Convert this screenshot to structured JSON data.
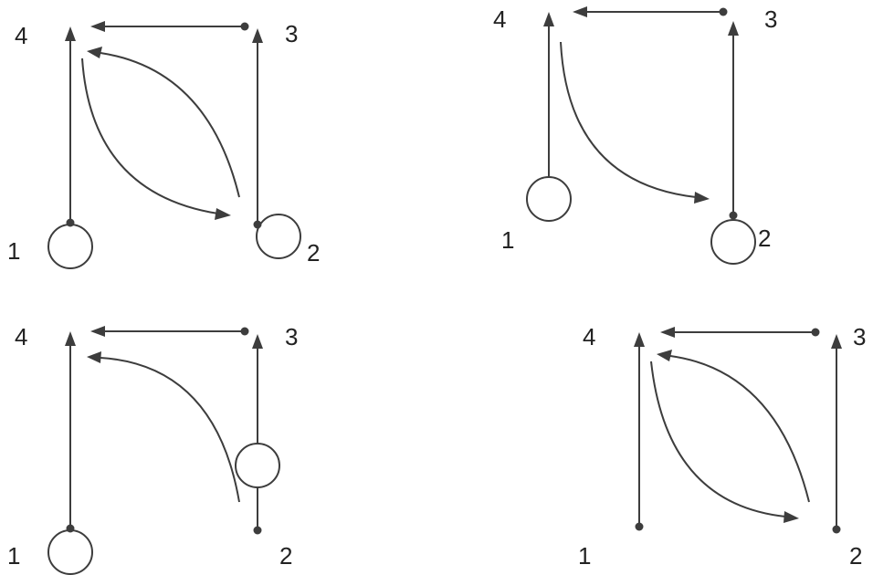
{
  "colors": {
    "stroke": "#3d3d3d",
    "label": "#222222",
    "background": "#ffffff"
  },
  "panels": [
    {
      "labels": [
        "1",
        "2",
        "3",
        "4"
      ],
      "edges": [
        {
          "from": "1",
          "to": "4",
          "shape": "straight"
        },
        {
          "from": "3",
          "to": "4",
          "shape": "straight"
        },
        {
          "from": "2",
          "to": "3",
          "shape": "straight"
        },
        {
          "from": "4",
          "to": "2",
          "shape": "curve"
        },
        {
          "from": "2",
          "to": "4",
          "shape": "curve"
        }
      ],
      "self_loops": [
        "1",
        "2"
      ]
    },
    {
      "labels": [
        "1",
        "2",
        "3",
        "4"
      ],
      "edges": [
        {
          "from": "1",
          "to": "4",
          "shape": "straight"
        },
        {
          "from": "3",
          "to": "4",
          "shape": "straight"
        },
        {
          "from": "2",
          "to": "3",
          "shape": "straight"
        },
        {
          "from": "4",
          "to": "2",
          "shape": "curve"
        }
      ],
      "self_loops": [
        "1",
        "2"
      ]
    },
    {
      "labels": [
        "1",
        "2",
        "3",
        "4"
      ],
      "edges": [
        {
          "from": "1",
          "to": "4",
          "shape": "straight"
        },
        {
          "from": "3",
          "to": "4",
          "shape": "straight"
        },
        {
          "from": "2",
          "to": "3",
          "shape": "straight"
        },
        {
          "from": "2",
          "to": "4",
          "shape": "curve"
        }
      ],
      "self_loops": [
        "1",
        "2"
      ]
    },
    {
      "labels": [
        "1",
        "2",
        "3",
        "4"
      ],
      "edges": [
        {
          "from": "1",
          "to": "4",
          "shape": "straight"
        },
        {
          "from": "3",
          "to": "4",
          "shape": "straight"
        },
        {
          "from": "2",
          "to": "3",
          "shape": "straight"
        },
        {
          "from": "4",
          "to": "2",
          "shape": "curve"
        },
        {
          "from": "2",
          "to": "4",
          "shape": "curve"
        }
      ],
      "self_loops": []
    }
  ]
}
